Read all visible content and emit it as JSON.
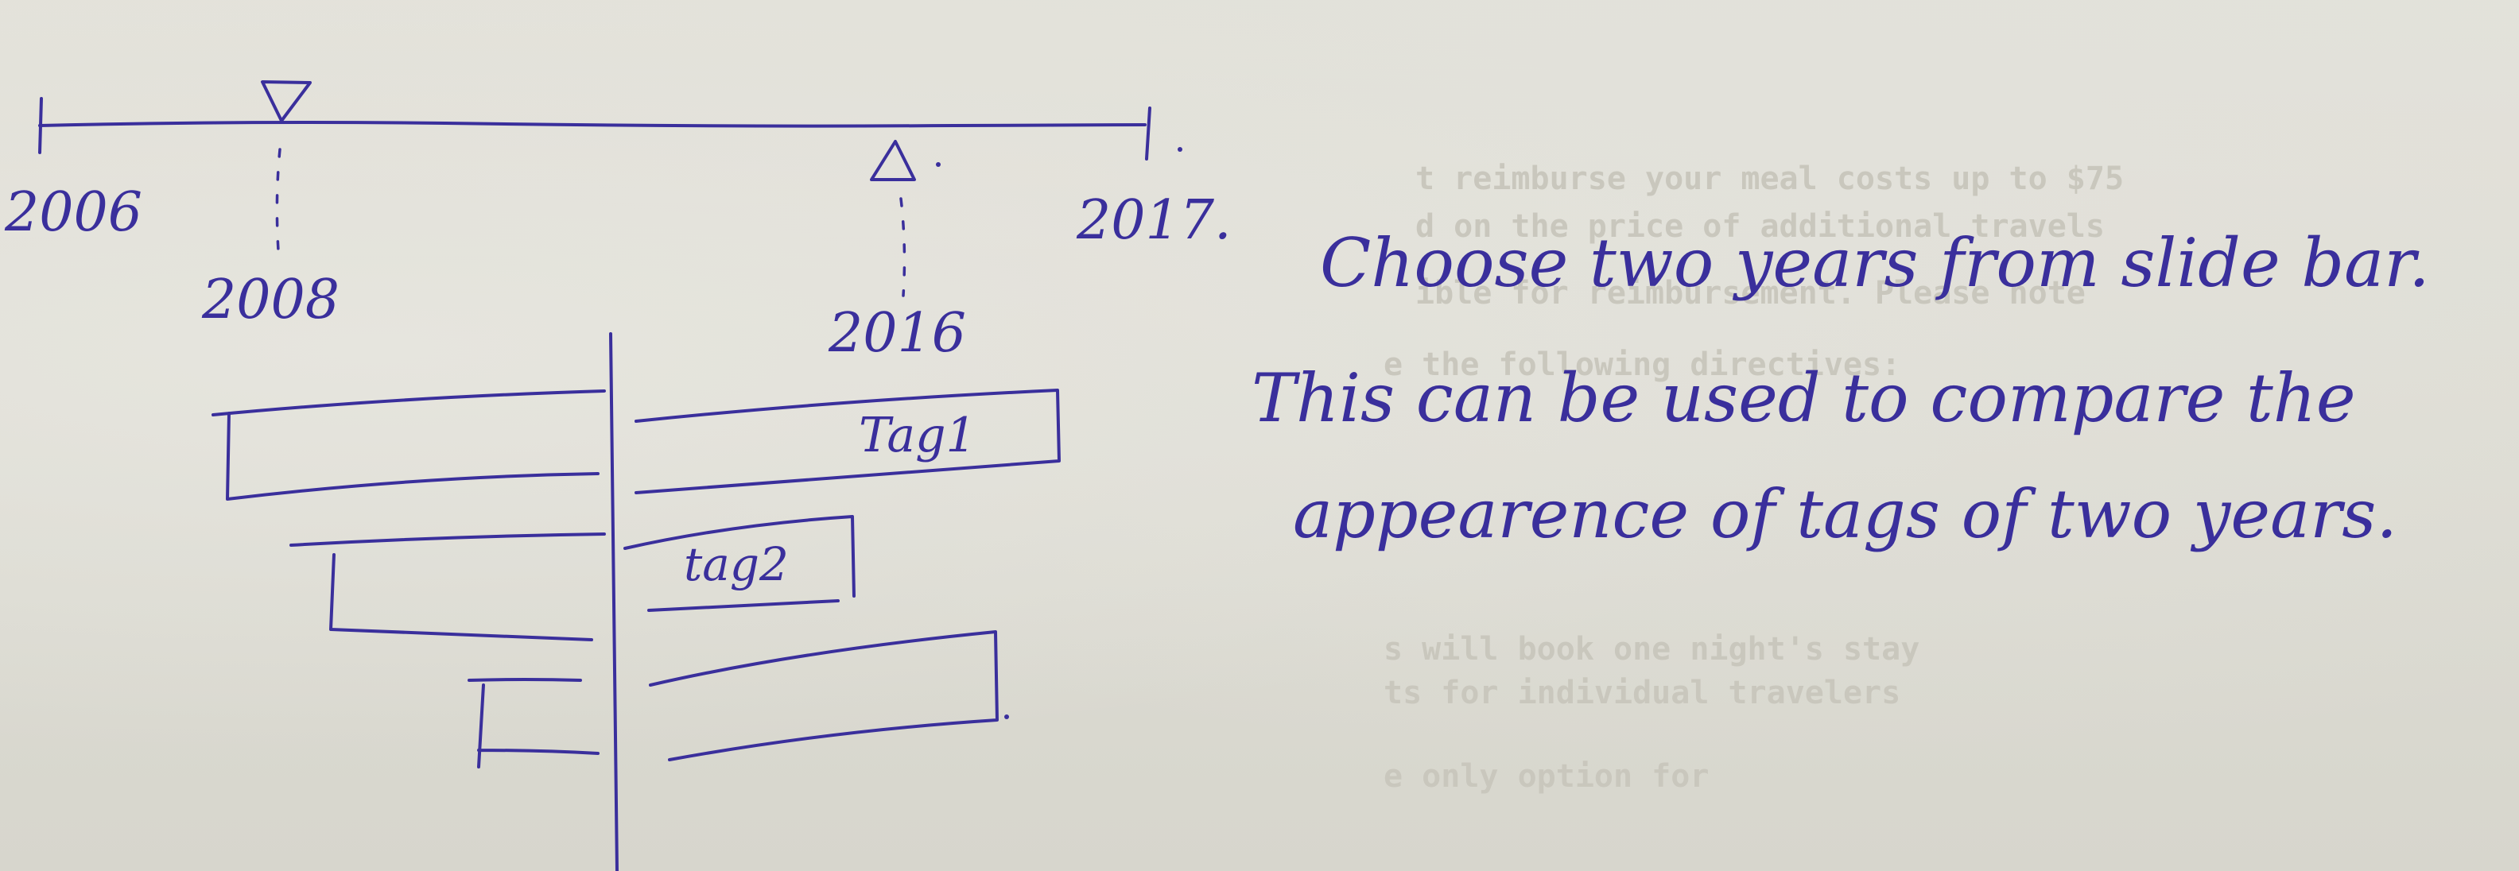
{
  "ink_color": "#3a2f9c",
  "slider": {
    "start_label": "2006",
    "end_label": "2017.",
    "selected_years": [
      {
        "label": "2008"
      },
      {
        "label": "2016"
      }
    ]
  },
  "tags": [
    {
      "label": "Tag1"
    },
    {
      "label": "tag2"
    },
    {
      "label": ""
    }
  ],
  "notes": [
    "Choose two years from slide bar.",
    "This can be used to compare the",
    "appearence of tags of two years."
  ]
}
